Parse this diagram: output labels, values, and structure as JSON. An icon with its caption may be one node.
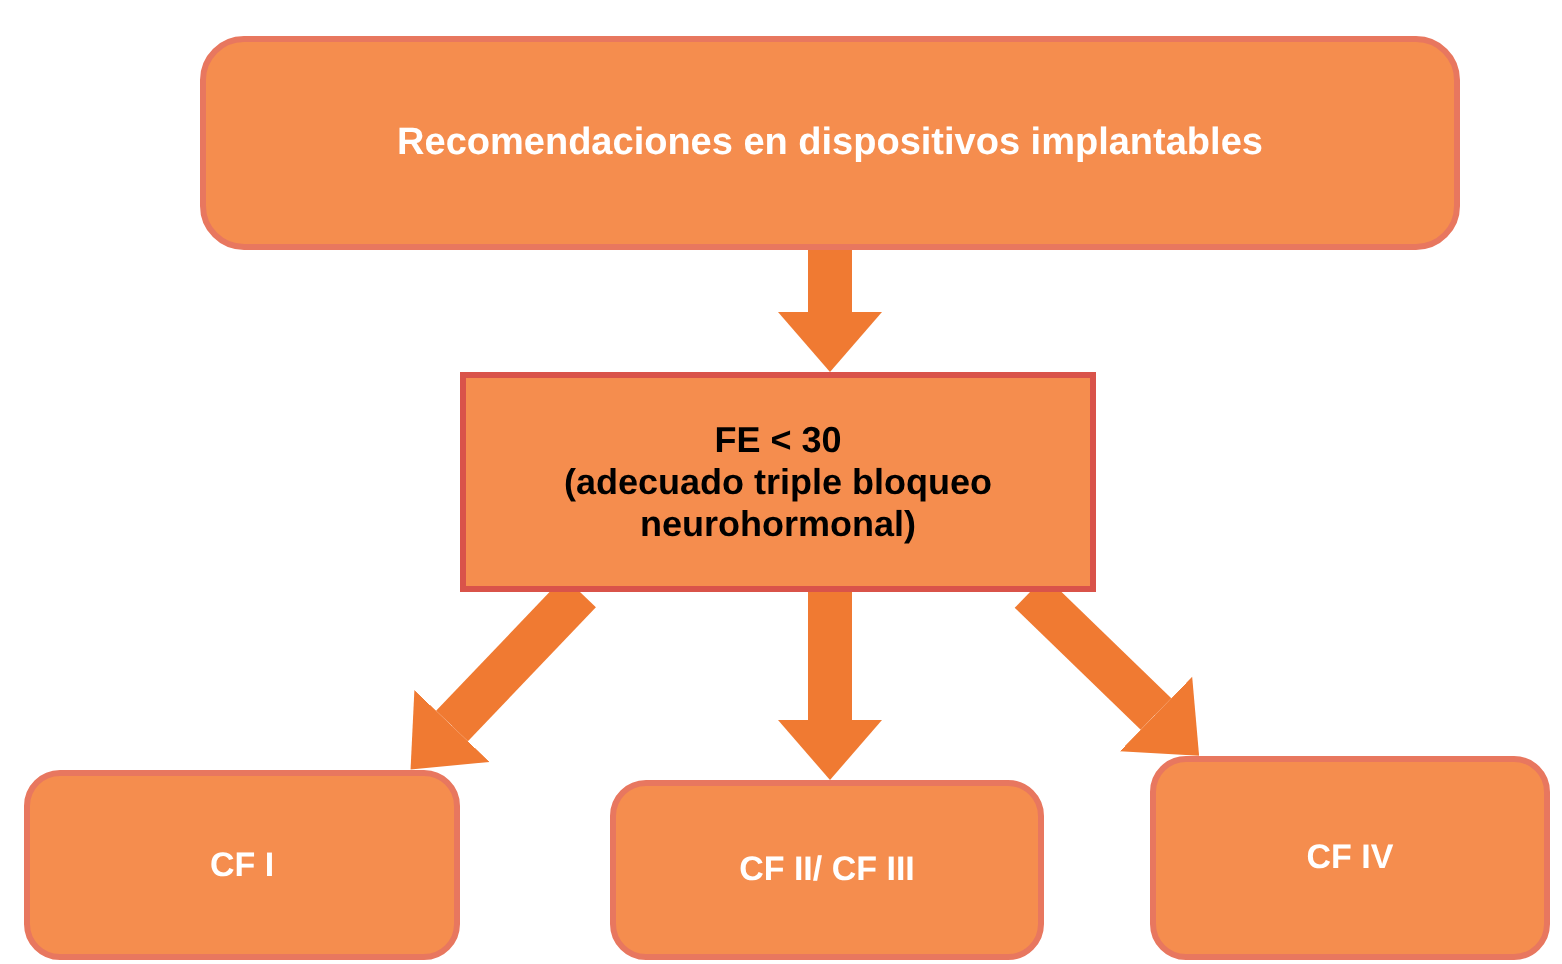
{
  "diagram": {
    "nodes": [
      {
        "text": [
          "Recomendaciones en dispositivos implantables"
        ]
      },
      {
        "text": [
          "FE < 30",
          "(adecuado triple bloqueo neurohormonal)"
        ]
      },
      {
        "text": [
          "CF I"
        ]
      },
      {
        "text": [
          "CF II/ CF III"
        ]
      },
      {
        "text": [
          "CF IV"
        ]
      }
    ],
    "edges": [
      {
        "from": 0,
        "to": 1,
        "arrow": "to"
      },
      {
        "from": 1,
        "to": 2,
        "arrow": "to"
      },
      {
        "from": 1,
        "to": 3,
        "arrow": "to"
      },
      {
        "from": 1,
        "to": 4,
        "arrow": "to"
      }
    ]
  }
}
